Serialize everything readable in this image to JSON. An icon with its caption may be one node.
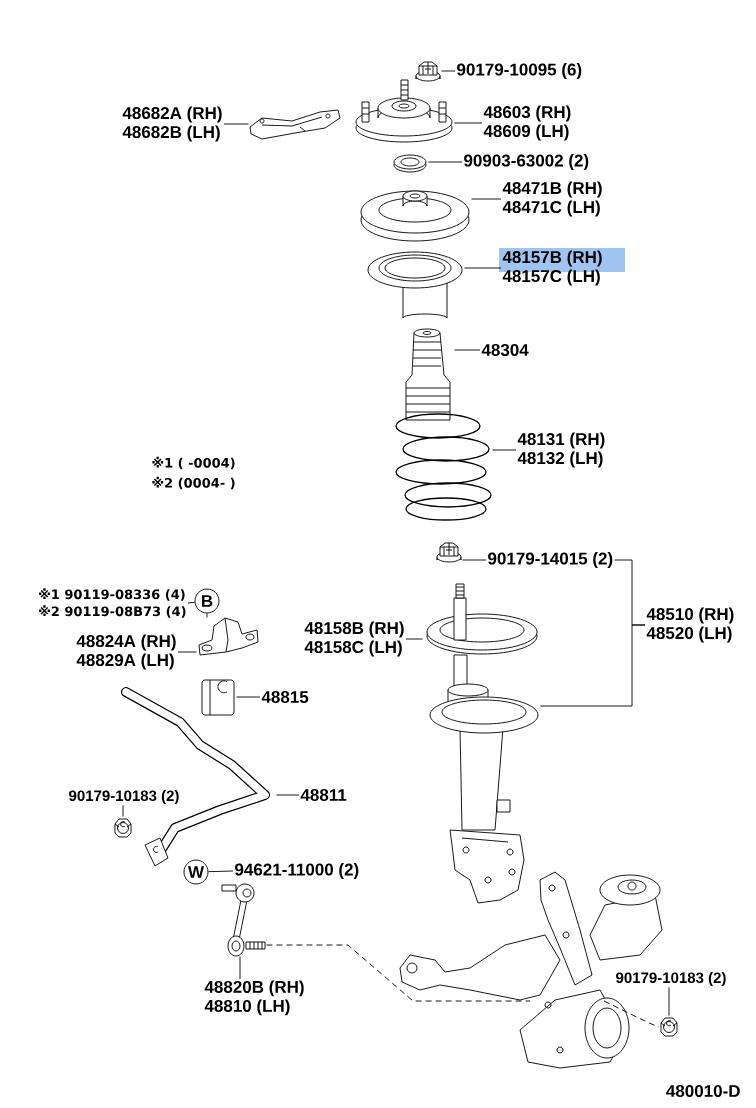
{
  "diagram": {
    "nodes": [
      {
        "text": [
          "90179-10095 (6)"
        ]
      },
      {
        "text": [],
        "shape": "picture"
      },
      {
        "text": [
          "48682A (RH)",
          "48682B (LH)"
        ]
      },
      {
        "text": [],
        "shape": "picture"
      },
      {
        "text": [
          "48603 (RH)",
          "48609 (LH)"
        ]
      },
      {
        "text": [],
        "shape": "picture"
      },
      {
        "text": [
          "90903-63002 (2)"
        ]
      },
      {
        "text": [],
        "shape": "picture"
      },
      {
        "text": [
          "48471B (RH)",
          "48471C (LH)"
        ]
      },
      {
        "text": [],
        "shape": "picture"
      },
      {
        "text": [
          "48157B (RH)",
          "48157C (LH)"
        ]
      },
      {
        "text": [],
        "shape": "picture"
      },
      {
        "text": [
          "48304"
        ]
      },
      {
        "text": [],
        "shape": "picture"
      },
      {
        "text": [
          "48131 (RH)",
          "48132 (LH)"
        ]
      },
      {
        "text": [],
        "shape": "picture"
      },
      {
        "text": [
          "90179-14015 (2)"
        ]
      },
      {
        "text": [],
        "shape": "picture"
      },
      {
        "text": [
          "48510 (RH)",
          "48520 (LH)"
        ]
      },
      {
        "text": [
          "48158B (RH)",
          "48158C (LH)"
        ]
      },
      {
        "text": [],
        "shape": "picture"
      },
      {
        "text": [],
        "shape": "picture"
      },
      {
        "text": [
          "※1 90119-08336 (4)",
          "※2 90119-08B73 (4)"
        ]
      },
      {
        "text": [
          "B"
        ]
      },
      {
        "text": [],
        "shape": "picture"
      },
      {
        "text": [
          "48824A (RH)",
          "48829A (LH)"
        ]
      },
      {
        "text": [],
        "shape": "picture"
      },
      {
        "text": [
          "48815"
        ]
      },
      {
        "text": [],
        "shape": "picture"
      },
      {
        "text": [
          "48811"
        ]
      },
      {
        "text": [
          "90179-10183 (2)"
        ]
      },
      {
        "text": [],
        "shape": "picture"
      },
      {
        "text": [
          "W"
        ]
      },
      {
        "text": [
          "94621-11000 (2)"
        ]
      },
      {
        "text": [],
        "shape": "picture"
      },
      {
        "text": [
          "48820B (RH)",
          "48810 (LH)"
        ]
      },
      {
        "text": [],
        "shape": "picture"
      },
      {
        "text": [
          "90179-10183 (2)"
        ]
      },
      {
        "text": [],
        "shape": "picture"
      }
    ],
    "edges": [
      {
        "from": 0,
        "to": 1,
        "arrow": "none"
      },
      {
        "from": 2,
        "to": 3,
        "arrow": "none"
      },
      {
        "from": 4,
        "to": 5,
        "arrow": "none"
      },
      {
        "from": 6,
        "to": 7,
        "arrow": "none"
      },
      {
        "from": 8,
        "to": 9,
        "arrow": "none"
      },
      {
        "from": 10,
        "to": 11,
        "arrow": "none"
      },
      {
        "from": 12,
        "to": 13,
        "arrow": "none"
      },
      {
        "from": 14,
        "to": 15,
        "arrow": "none"
      },
      {
        "from": 16,
        "to": 17,
        "arrow": "none"
      },
      {
        "from": 18,
        "to": 16,
        "arrow": "none"
      },
      {
        "from": 18,
        "to": 21,
        "arrow": "none"
      },
      {
        "from": 19,
        "to": 20,
        "arrow": "none"
      },
      {
        "from": 22,
        "to": 23,
        "arrow": "none"
      },
      {
        "from": 23,
        "to": 24,
        "arrow": "none",
        "style": "dashed"
      },
      {
        "from": 25,
        "to": 24,
        "arrow": "none"
      },
      {
        "from": 27,
        "to": 26,
        "arrow": "none"
      },
      {
        "from": 29,
        "to": 28,
        "arrow": "none"
      },
      {
        "from": 30,
        "to": 31,
        "arrow": "none"
      },
      {
        "from": 33,
        "to": 32,
        "arrow": "none"
      },
      {
        "from": 35,
        "to": 34,
        "arrow": "none"
      },
      {
        "from": 34,
        "to": 36,
        "arrow": "none",
        "style": "dashed"
      },
      {
        "from": 36,
        "to": 38,
        "arrow": "none",
        "style": "dashed"
      },
      {
        "from": 37,
        "to": 38,
        "arrow": "none"
      }
    ],
    "labels": [
      "※1 ( -0004)",
      "※2 (0004- )",
      "480010-D"
    ]
  }
}
